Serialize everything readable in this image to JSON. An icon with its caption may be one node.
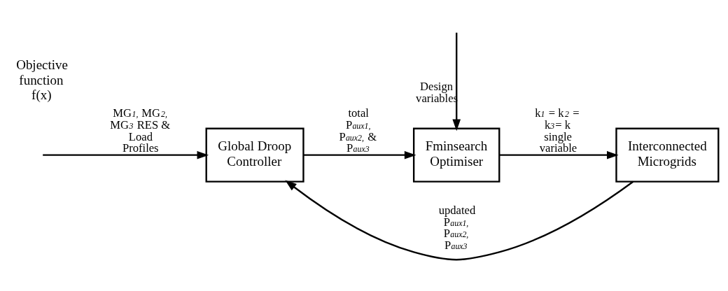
{
  "diagram": {
    "nodes": [
      {
        "text": [
          "Global Droop Controller"
        ]
      },
      {
        "text": [
          "Fminsearch Optimiser"
        ]
      },
      {
        "text": [
          "Interconnected Microgrids"
        ]
      }
    ],
    "edges": [
      {
        "from": null,
        "to": 0,
        "arrow": "to",
        "label": "MG$_{1,}$ MG$_{2,}$ MG$_{3}$ RES & Load Profiles"
      },
      {
        "from": 0,
        "to": 1,
        "arrow": "to",
        "label": "total P$_{aux1,}$ P$_{aux2,}$ & P$_{aux3}$"
      },
      {
        "from": null,
        "to": 1,
        "arrow": "to",
        "label": "Design variables"
      },
      {
        "from": 1,
        "to": 2,
        "arrow": "to",
        "label": "k$_{1}$ = k$_{2}$ = k$_{3}$= k single variable"
      },
      {
        "from": 2,
        "to": 0,
        "arrow": "to",
        "label": "updated P$_{aux1,}$ P$_{aux2,}$ P$_{aux3}$"
      }
    ],
    "labels": [
      "Objective function f(x)"
    ]
  }
}
